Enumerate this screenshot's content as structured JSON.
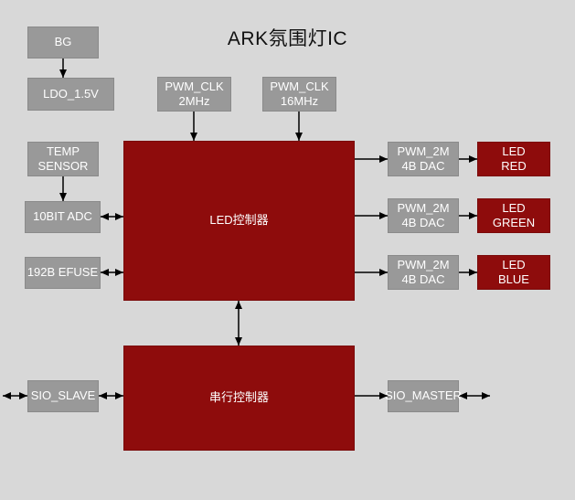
{
  "title": "ARK氛围灯IC",
  "colors": {
    "bg": "#d8d8d8",
    "gray-box": "#999999",
    "red-box": "#8e0c0c",
    "text": "#ffffff",
    "arrow": "#000000"
  },
  "blocks": {
    "bg": {
      "label": "BG"
    },
    "ldo": {
      "label": "LDO_1.5V"
    },
    "pwm_clk_2m": {
      "line1": "PWM_CLK",
      "line2": "2MHz"
    },
    "pwm_clk_16m": {
      "line1": "PWM_CLK",
      "line2": "16MHz"
    },
    "temp_sensor": {
      "line1": "TEMP",
      "line2": "SENSOR"
    },
    "adc": {
      "label": "10BIT ADC"
    },
    "efuse": {
      "label": "192B EFUSE"
    },
    "led_controller": {
      "label": "LED控制器"
    },
    "dac_red": {
      "line1": "PWM_2M",
      "line2": "4B DAC"
    },
    "dac_green": {
      "line1": "PWM_2M",
      "line2": "4B DAC"
    },
    "dac_blue": {
      "line1": "PWM_2M",
      "line2": "4B DAC"
    },
    "led_red": {
      "line1": "LED",
      "line2": "RED"
    },
    "led_green": {
      "line1": "LED",
      "line2": "GREEN"
    },
    "led_blue": {
      "line1": "LED",
      "line2": "BLUE"
    },
    "serial_controller": {
      "label": "串行控制器"
    },
    "sio_slave": {
      "label": "SIO_SLAVE"
    },
    "sio_master": {
      "label": "SIO_MASTER"
    }
  },
  "connections": [
    {
      "from": "BG",
      "to": "LDO_1.5V",
      "direction": "down"
    },
    {
      "from": "PWM_CLK 2MHz",
      "to": "LED控制器",
      "direction": "down"
    },
    {
      "from": "PWM_CLK 16MHz",
      "to": "LED控制器",
      "direction": "down"
    },
    {
      "from": "TEMP SENSOR",
      "to": "10BIT ADC",
      "direction": "down"
    },
    {
      "from": "10BIT ADC",
      "to": "LED控制器",
      "direction": "bidirectional"
    },
    {
      "from": "192B EFUSE",
      "to": "LED控制器",
      "direction": "bidirectional"
    },
    {
      "from": "LED控制器",
      "to": "PWM_2M 4B DAC (red)",
      "direction": "right"
    },
    {
      "from": "LED控制器",
      "to": "PWM_2M 4B DAC (green)",
      "direction": "right"
    },
    {
      "from": "LED控制器",
      "to": "PWM_2M 4B DAC (blue)",
      "direction": "right"
    },
    {
      "from": "PWM_2M 4B DAC (red)",
      "to": "LED RED",
      "direction": "right"
    },
    {
      "from": "PWM_2M 4B DAC (green)",
      "to": "LED GREEN",
      "direction": "right"
    },
    {
      "from": "PWM_2M 4B DAC (blue)",
      "to": "LED BLUE",
      "direction": "right"
    },
    {
      "from": "LED控制器",
      "to": "串行控制器",
      "direction": "bidirectional"
    },
    {
      "from": "external-left",
      "to": "SIO_SLAVE",
      "direction": "bidirectional"
    },
    {
      "from": "SIO_SLAVE",
      "to": "串行控制器",
      "direction": "bidirectional"
    },
    {
      "from": "串行控制器",
      "to": "SIO_MASTER",
      "direction": "right"
    },
    {
      "from": "SIO_MASTER",
      "to": "external-right",
      "direction": "bidirectional"
    }
  ]
}
